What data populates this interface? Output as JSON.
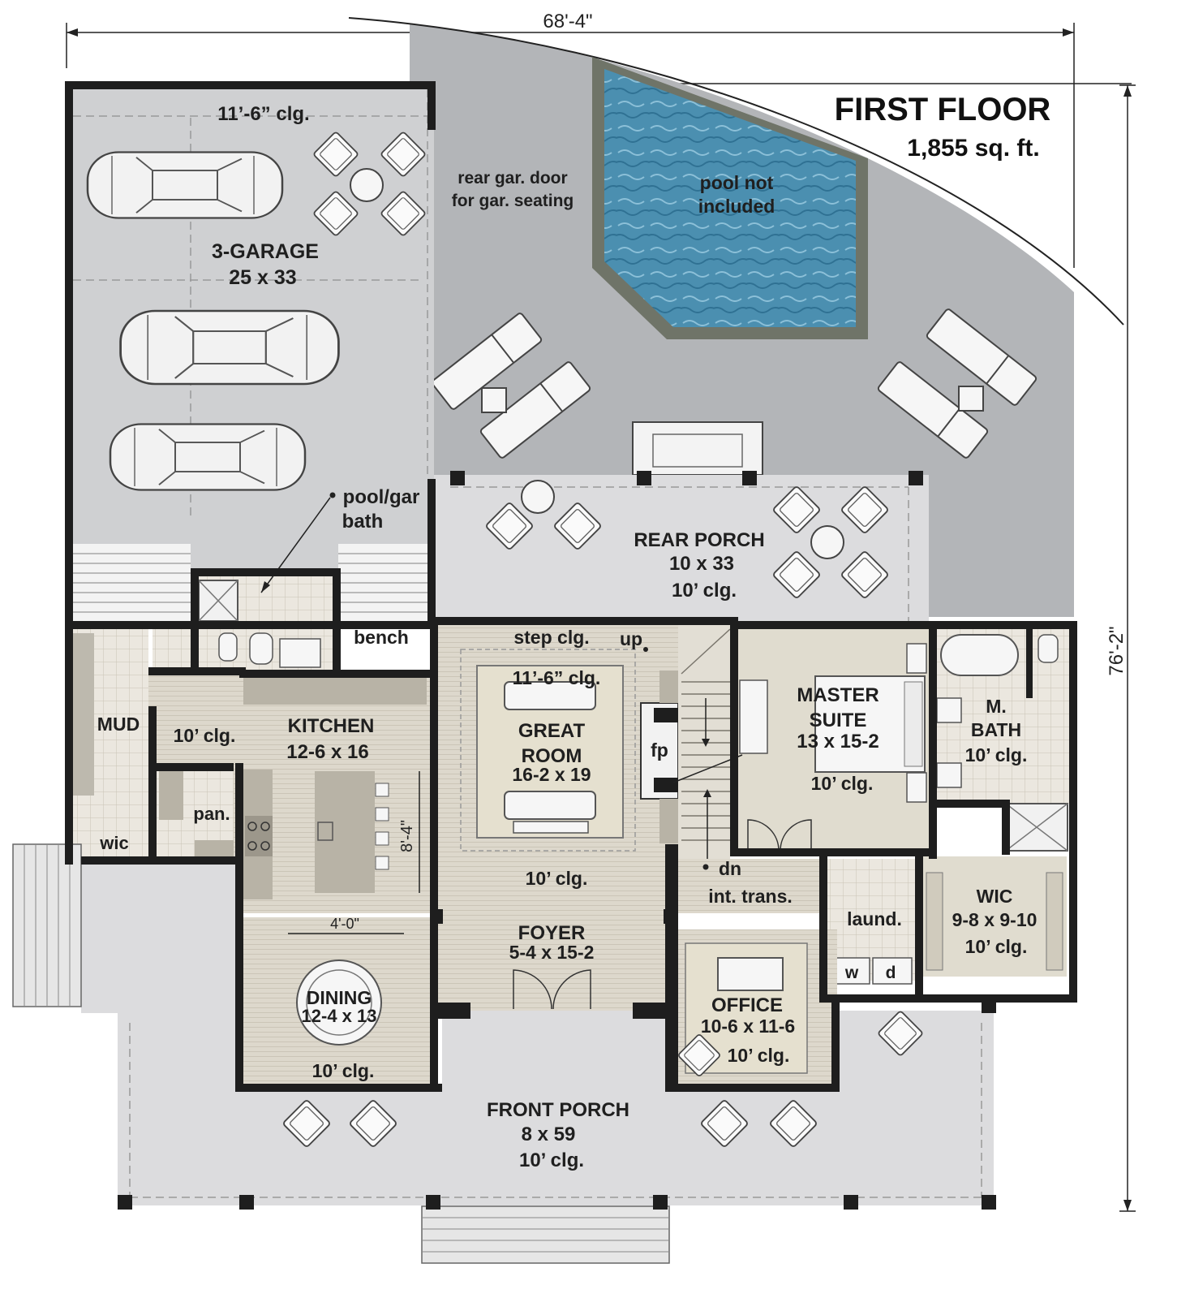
{
  "title": "FIRST FLOOR",
  "area": "1,855 sq. ft.",
  "dimensions": {
    "width": "68'-4\"",
    "depth": "76'-2\""
  },
  "colors": {
    "wall": "#1e1e1e",
    "patio": "#b3b5b8",
    "garage": "#cfd0d2",
    "floor_light": "#e9e5dc",
    "floor_wood": "#ddd8cc",
    "porch": "#dcdcde",
    "pool_water": "#4b8fb0",
    "pool_coping": "#6f7468",
    "tile": "#e8e4dc"
  },
  "garage": {
    "clg": "11’-6” clg.",
    "name": "3-GARAGE",
    "size": "25 x 33",
    "bath_1": "pool/gar",
    "bath_2": "bath",
    "bench": "bench"
  },
  "patio": {
    "note_1": "rear gar. door",
    "note_2": "for gar. seating",
    "pool_1": "pool not",
    "pool_2": "included"
  },
  "rear_porch": {
    "name": "REAR PORCH",
    "size": "10 x 33",
    "clg": "10’ clg."
  },
  "kitchen": {
    "name": "KITCHEN",
    "size": "12-6 x 16",
    "clg": "10’ clg.",
    "island_dim": "8'-4\""
  },
  "mud": {
    "name": "MUD",
    "wic": "wic",
    "pantry": "pan."
  },
  "great_room": {
    "step": "step clg.",
    "up": "up",
    "clg_top": "11’-6” clg.",
    "name_1": "GREAT",
    "name_2": "ROOM",
    "size": "16-2 x 19",
    "fp": "fp",
    "clg": "10’ clg."
  },
  "stairs": {
    "dn": "dn",
    "trans": "int. trans."
  },
  "master": {
    "name_1": "MASTER",
    "name_2": "SUITE",
    "size": "13 x 15-2",
    "clg": "10’ clg."
  },
  "master_bath": {
    "name": "M.",
    "name_2": "BATH",
    "clg": "10’ clg."
  },
  "wic": {
    "name": "WIC",
    "size": "9-8 x 9-10",
    "clg": "10’ clg."
  },
  "laundry": {
    "name": "laund.",
    "w": "w",
    "d": "d"
  },
  "foyer": {
    "name": "FOYER",
    "size": "5-4 x 15-2"
  },
  "dining": {
    "name": "DINING",
    "size": "12-4 x 13",
    "clg": "10’ clg.",
    "dim": "4'-0\""
  },
  "office": {
    "name": "OFFICE",
    "size": "10-6 x 11-6",
    "clg": "10’ clg."
  },
  "front_porch": {
    "name": "FRONT PORCH",
    "size": "8 x 59",
    "clg": "10’ clg."
  }
}
